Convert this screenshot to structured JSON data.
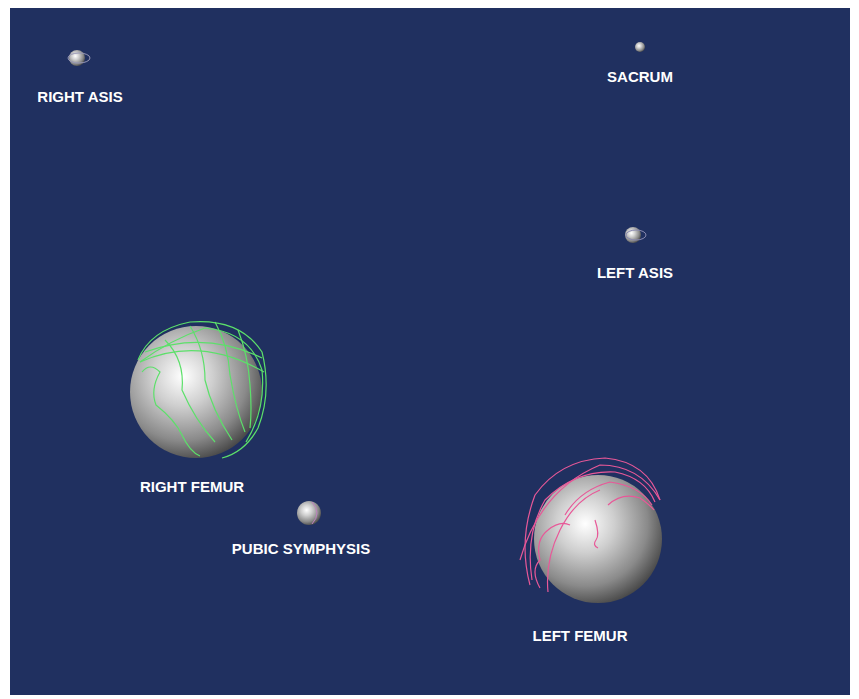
{
  "diagram": {
    "labels": [
      "RIGHT ASIS",
      "SACRUM",
      "LEFT ASIS",
      "RIGHT FEMUR",
      "PUBIC SYMPHYSIS",
      "LEFT FEMUR"
    ]
  }
}
